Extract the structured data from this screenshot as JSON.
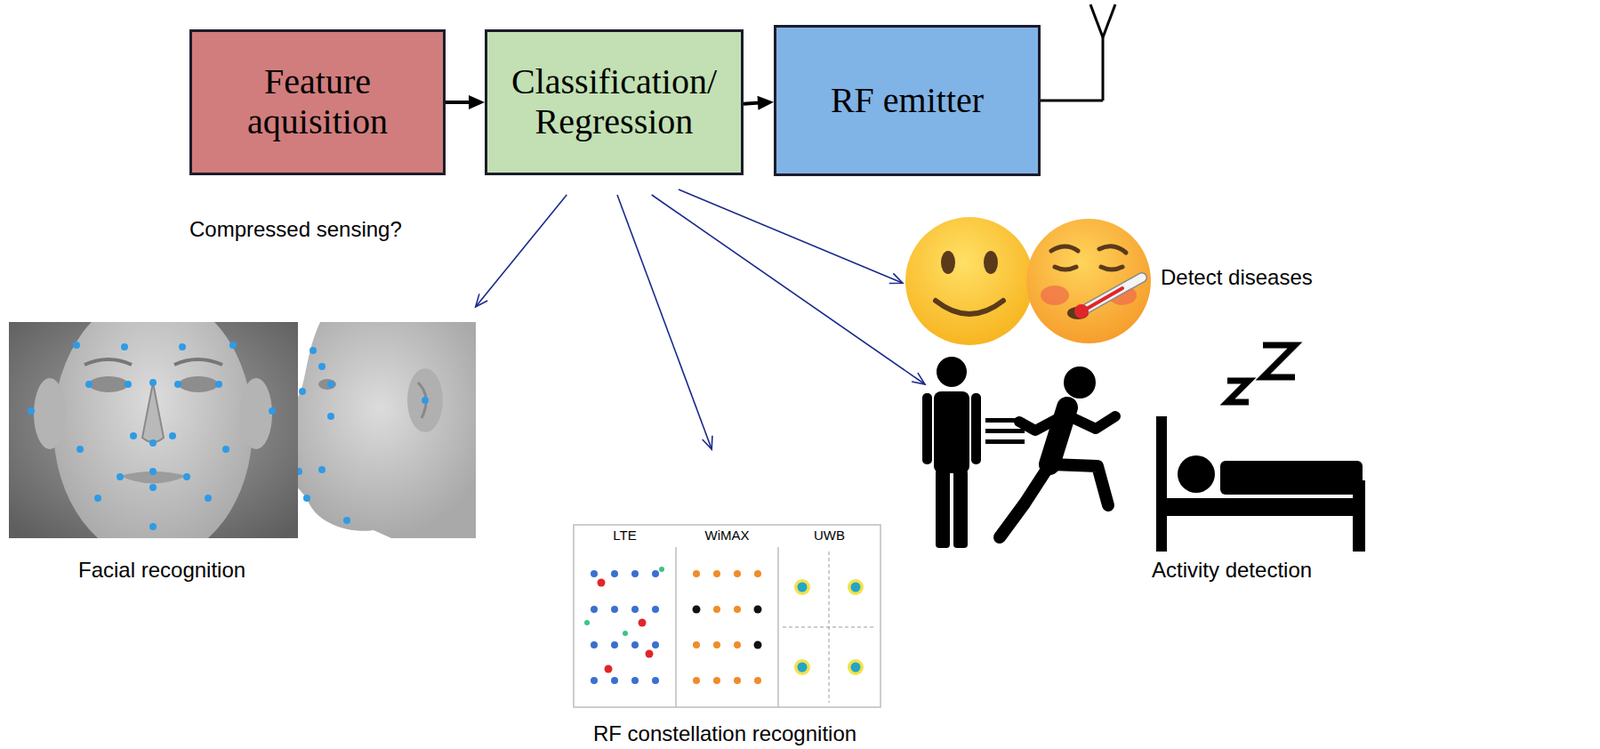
{
  "diagram": {
    "nodes": [
      {
        "text": [
          "Feature aquisition"
        ]
      },
      {
        "text": [
          "Classification/ Regression"
        ]
      },
      {
        "text": [
          "RF emitter"
        ]
      },
      {
        "text": [
          "Facial recognition"
        ]
      },
      {
        "text": [
          "LTE",
          "WiMAX",
          "UWB",
          "RF constellation recognition"
        ]
      },
      {
        "text": [
          "Activity detection"
        ]
      },
      {
        "text": [
          "Detect diseases"
        ]
      }
    ],
    "edges": [
      {
        "from": 0,
        "to": 1,
        "arrow": "to"
      },
      {
        "from": 1,
        "to": 2,
        "arrow": "to"
      },
      {
        "from": 1,
        "to": 3,
        "arrow": "to"
      },
      {
        "from": 1,
        "to": 4,
        "arrow": "to"
      },
      {
        "from": 1,
        "to": 5,
        "arrow": "to"
      },
      {
        "from": 1,
        "to": 6,
        "arrow": "to"
      }
    ],
    "labels": [
      "Compressed sensing?"
    ]
  }
}
